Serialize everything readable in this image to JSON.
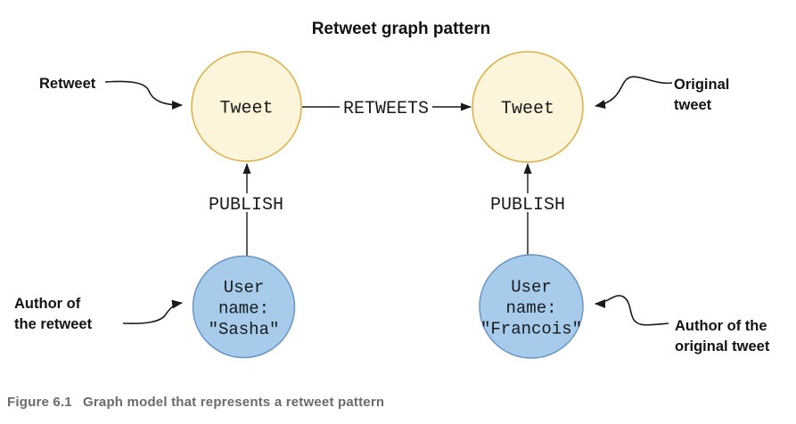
{
  "title": "Retweet graph pattern",
  "caption": {
    "figure_label": "Figure 6.1",
    "text": "Graph model that represents a retweet pattern"
  },
  "colors": {
    "tweet_fill": "#FCF5DB",
    "tweet_stroke": "#DFAF3F",
    "user_fill": "#A6CBEB",
    "user_stroke": "#6A94C4",
    "line_color": "#1A1A1A",
    "caption_color": "#6B6B6B",
    "label_bg": "#FFFFFF"
  },
  "nodes": {
    "retweet_tweet": {
      "label": "Tweet"
    },
    "original_tweet": {
      "label": "Tweet"
    },
    "retweet_author": {
      "lines": [
        "User",
        "name:",
        "\"Sasha\""
      ]
    },
    "original_author": {
      "lines": [
        "User",
        "name:",
        "\"Francois\""
      ]
    }
  },
  "edges": {
    "retweets": {
      "label": "RETWEETS"
    },
    "publish_left": {
      "label": "PUBLISH"
    },
    "publish_right": {
      "label": "PUBLISH"
    }
  },
  "annotations": {
    "retweet": {
      "lines": [
        "Retweet"
      ]
    },
    "original_tweet": {
      "lines": [
        "Original",
        "tweet"
      ]
    },
    "author_retweet": {
      "lines": [
        "Author of",
        "the retweet"
      ]
    },
    "author_original": {
      "lines": [
        "Author of the",
        "original tweet"
      ]
    }
  }
}
